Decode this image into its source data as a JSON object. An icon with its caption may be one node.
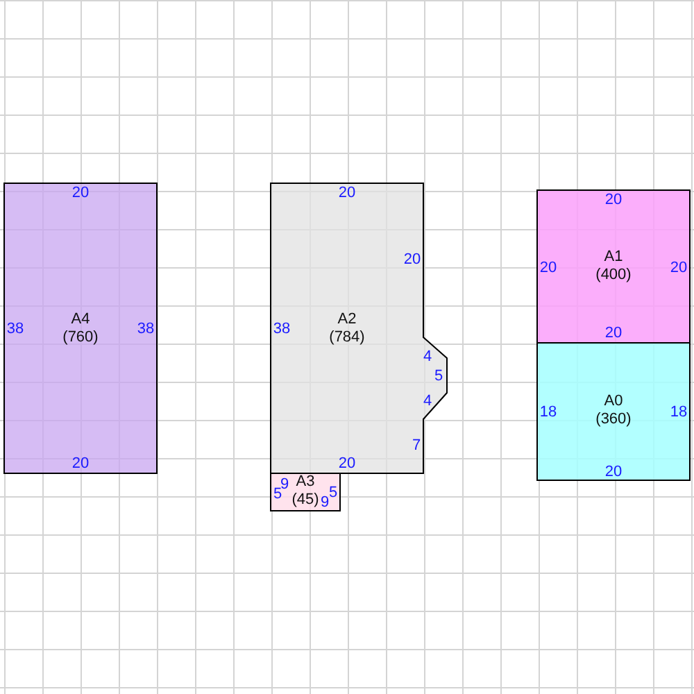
{
  "diagram": {
    "nodes": [
      {
        "text": [
          "A4",
          "(760)"
        ]
      },
      {
        "text": [
          "A2",
          "(784)"
        ]
      },
      {
        "text": [
          "A3",
          "(45)"
        ]
      },
      {
        "text": [
          "A1",
          "(400)"
        ]
      },
      {
        "text": [
          "A0",
          "(360)"
        ]
      }
    ],
    "labels": [
      "20",
      "38",
      "38",
      "20",
      "20",
      "20",
      "38",
      "4",
      "5",
      "4",
      "7",
      "20",
      "5",
      "9",
      "9",
      "5",
      "20",
      "20",
      "20",
      "20",
      "18",
      "18",
      "20"
    ]
  }
}
